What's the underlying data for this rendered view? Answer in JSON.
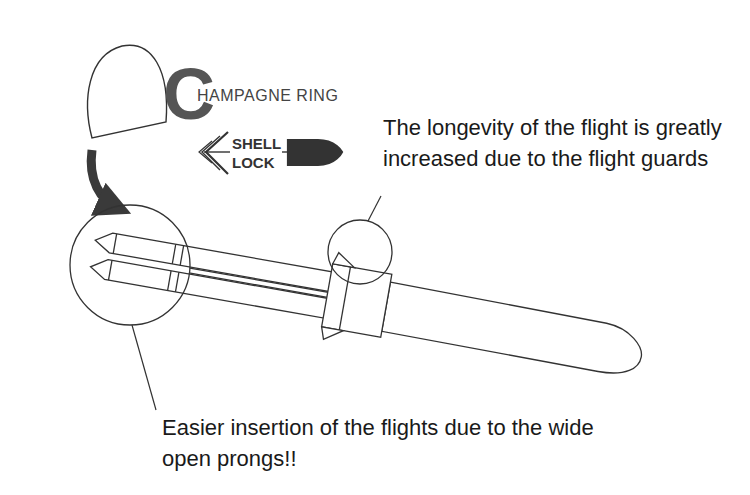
{
  "diagram": {
    "labels": [
      "C",
      "HAMPAGNE RING",
      "SHELL",
      "LOCK",
      "The longevity of the flight is greatly increased due to the flight guards",
      "Easier insertion of the flights due to the wide open prongs!!"
    ]
  }
}
